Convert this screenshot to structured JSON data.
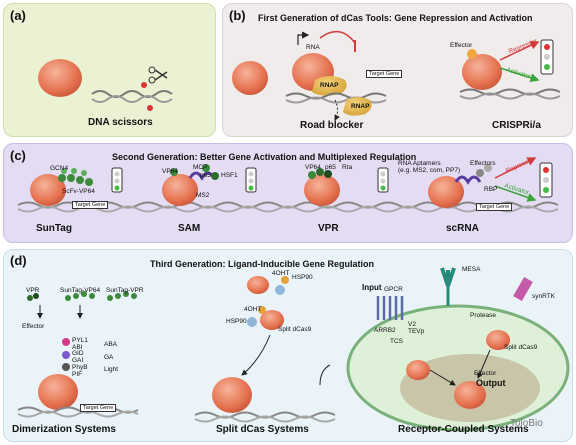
{
  "panel_a": {
    "label": "(a)",
    "caption": "DNA scissors"
  },
  "panel_b": {
    "label": "(b)",
    "title": "First Generation of dCas Tools: Gene Repression and Activation",
    "rna": "RNA",
    "rnap1": "RNAP",
    "rnap2": "RNAP",
    "target_gene": "Target Gene",
    "effector": "Effector",
    "repressor": "Repressor",
    "activator": "Activator",
    "caption_left": "Road blocker",
    "caption_right": "CRISPRi/a"
  },
  "panel_c": {
    "label": "(c)",
    "title": "Second Generation: Better Gene Activation and Multiplexed Regulation",
    "gcn4": "GCN4",
    "scfv": "ScFv-VP64",
    "vp64_sam": "VP64",
    "mcp": "MCP",
    "p65_sam": "p65",
    "hsf1": "HSF1",
    "ms2": "MS2",
    "vp64_vpr": "VP64",
    "p65_vpr": "p65",
    "rta": "Rta",
    "rna_aptamers": "RNA Aptamers",
    "aptamer_examples": "(e.g. MS2, com, PP7)",
    "effectors": "Effectors",
    "rbp": "RBP",
    "repressor": "Repressor",
    "activator": "Activator",
    "target_gene_1": "Target Gene",
    "target_gene_2": "Target Gene",
    "cap_suntag": "SunTag",
    "cap_sam": "SAM",
    "cap_vpr": "VPR",
    "cap_scrna": "scRNA"
  },
  "panel_d": {
    "label": "(d)",
    "title": "Third Generation: Ligand-Inducible Gene Regulation",
    "vpr": "VPR",
    "suntag_vp64": "SunTag-VP64",
    "suntag_vpr": "SunTag-VPR",
    "effector": "Effector",
    "pyl1": "PYL1",
    "abi": "ABI",
    "aba": "ABA",
    "gid1": "GID",
    "gai": "GAI",
    "ga": "GA",
    "phyb": "PhyB",
    "pif": "PIF",
    "light": "Light",
    "target_gene_left": "Target Gene",
    "ohtx1": "4OHT",
    "hsp90_1": "HSP90",
    "ohtx2": "4OHT",
    "hsp90_2": "HSP90",
    "split_dcas9": "Split dCas9",
    "input": "Input",
    "gpcr": "GPCR",
    "mesa": "MESA",
    "arrb2": "ARRB2",
    "v2": "V2",
    "tevp": "TEVp",
    "tcs": "TCS",
    "protease": "Protease",
    "synrtk": "synRTK",
    "split_dcas9_right": "Split dCas9",
    "effector_right": "Effector",
    "output": "Output",
    "cap_dimerization": "Dimerization Systems",
    "cap_split": "Split dCas Systems",
    "cap_receptor": "Receptor-Coupled Systems"
  },
  "watermark": "TolоBio"
}
